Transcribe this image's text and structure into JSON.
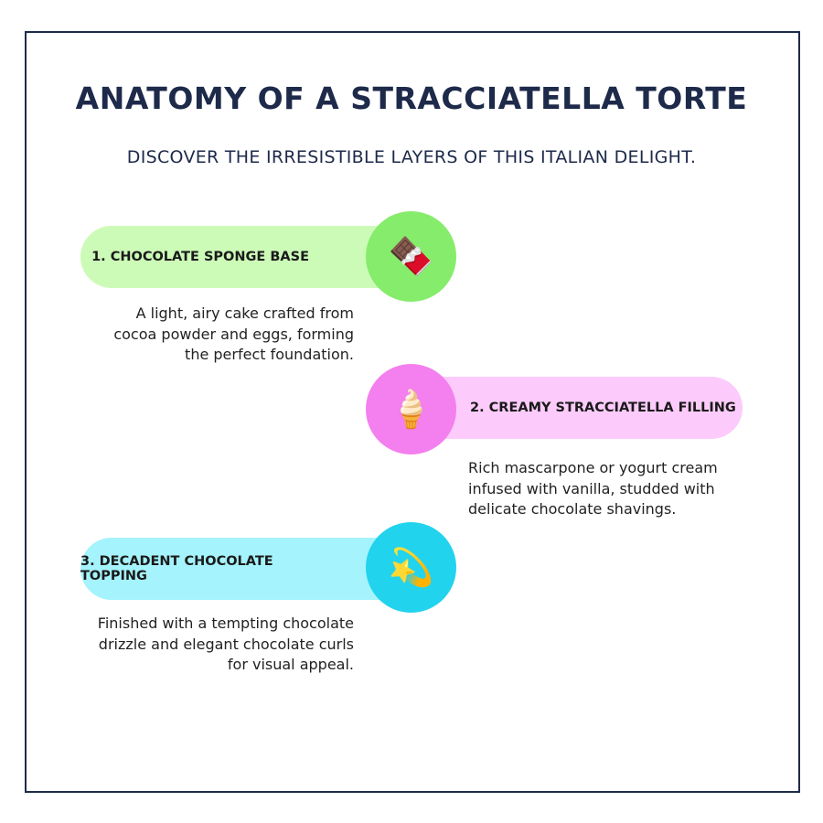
{
  "title": "ANATOMY OF A STRACCIATELLA TORTE",
  "subtitle": "DISCOVER THE IRRESISTIBLE LAYERS OF THIS ITALIAN DELIGHT.",
  "items": [
    {
      "label": "1. CHOCOLATE SPONGE BASE",
      "icon": "🍫",
      "icon_name": "chocolate-bar-icon",
      "pill_color": "#ccfbb8",
      "circle_color": "#86ec6b",
      "description": "A light, airy cake crafted from cocoa powder and eggs, forming the perfect foundation."
    },
    {
      "label": "2. CREAMY STRACCIATELLA FILLING",
      "icon": "🍦",
      "icon_name": "ice-cream-icon",
      "pill_color": "#fccbfb",
      "circle_color": "#f47fee",
      "description": "Rich mascarpone or yogurt cream infused with vanilla, studded with delicate chocolate shavings."
    },
    {
      "label": "3. DECADENT CHOCOLATE TOPPING",
      "icon": "💫",
      "icon_name": "dizzy-star-icon",
      "pill_color": "#a5f3fc",
      "circle_color": "#22d3ee",
      "description": "Finished with a tempting chocolate drizzle and elegant chocolate curls for visual appeal."
    }
  ]
}
